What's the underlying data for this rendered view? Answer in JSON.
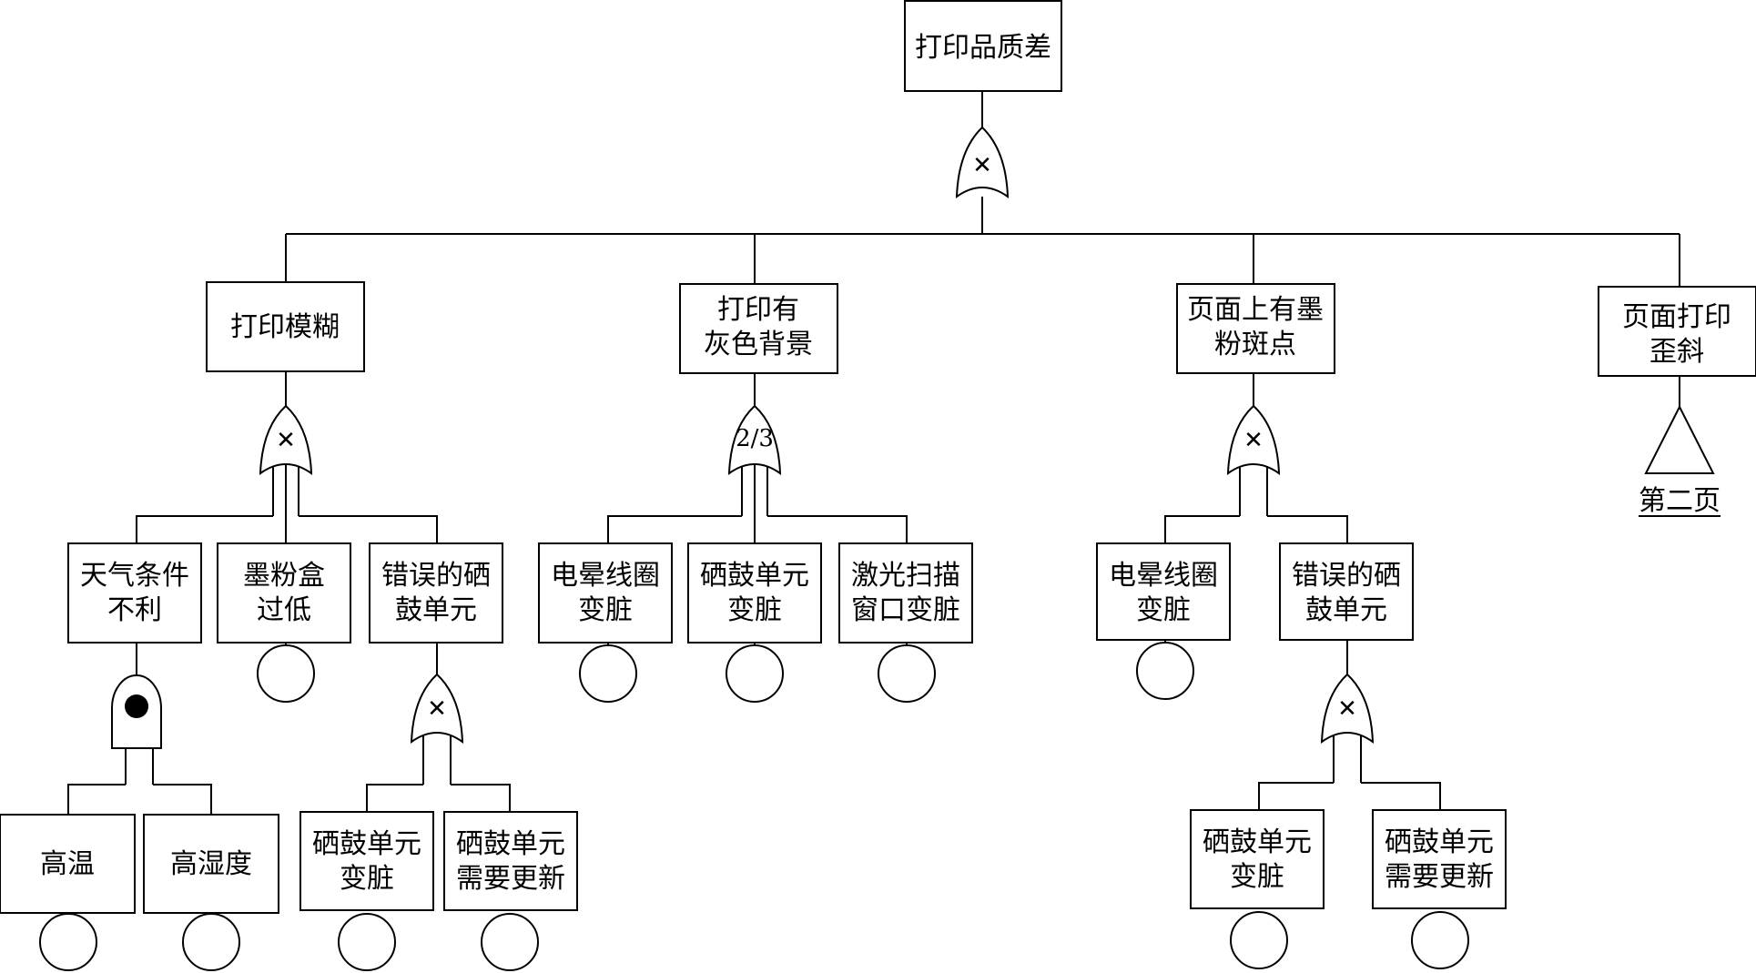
{
  "nodes": {
    "top": [
      "打印品质差"
    ],
    "blur": [
      "打印模糊"
    ],
    "gray": [
      "打印有",
      "灰色背景"
    ],
    "spots": [
      "页面上有墨",
      "粉斑点"
    ],
    "skew": [
      "页面打印",
      "歪斜"
    ],
    "weather": [
      "天气条件",
      "不利"
    ],
    "toner_low": [
      "墨粉盒",
      "过低"
    ],
    "wrong_drum_a": [
      "错误的硒",
      "鼓单元"
    ],
    "corona_a": [
      "电晕线圈",
      "变脏"
    ],
    "drum_dirty_a": [
      "硒鼓单元",
      "变脏"
    ],
    "laser_window": [
      "激光扫描",
      "窗口变脏"
    ],
    "corona_b": [
      "电晕线圈",
      "变脏"
    ],
    "wrong_drum_b": [
      "错误的硒",
      "鼓单元"
    ],
    "high_temp": [
      "高温"
    ],
    "high_humidity": [
      "高湿度"
    ],
    "drum_dirty_b": [
      "硒鼓单元",
      "变脏"
    ],
    "drum_replace_a": [
      "硒鼓单元",
      "需要更新"
    ],
    "drum_dirty_c": [
      "硒鼓单元",
      "变脏"
    ],
    "drum_replace_b": [
      "硒鼓单元",
      "需要更新"
    ]
  },
  "gates": {
    "top": {
      "type": "or",
      "symbol": "✕"
    },
    "blur": {
      "type": "or",
      "symbol": "✕"
    },
    "gray": {
      "type": "vote",
      "symbol": "2/3"
    },
    "spots": {
      "type": "or",
      "symbol": "✕"
    },
    "drum_a": {
      "type": "or",
      "symbol": "✕"
    },
    "drum_b": {
      "type": "or",
      "symbol": "✕"
    },
    "weather": {
      "type": "inhibit"
    }
  },
  "transfer": {
    "label": "第二页"
  }
}
